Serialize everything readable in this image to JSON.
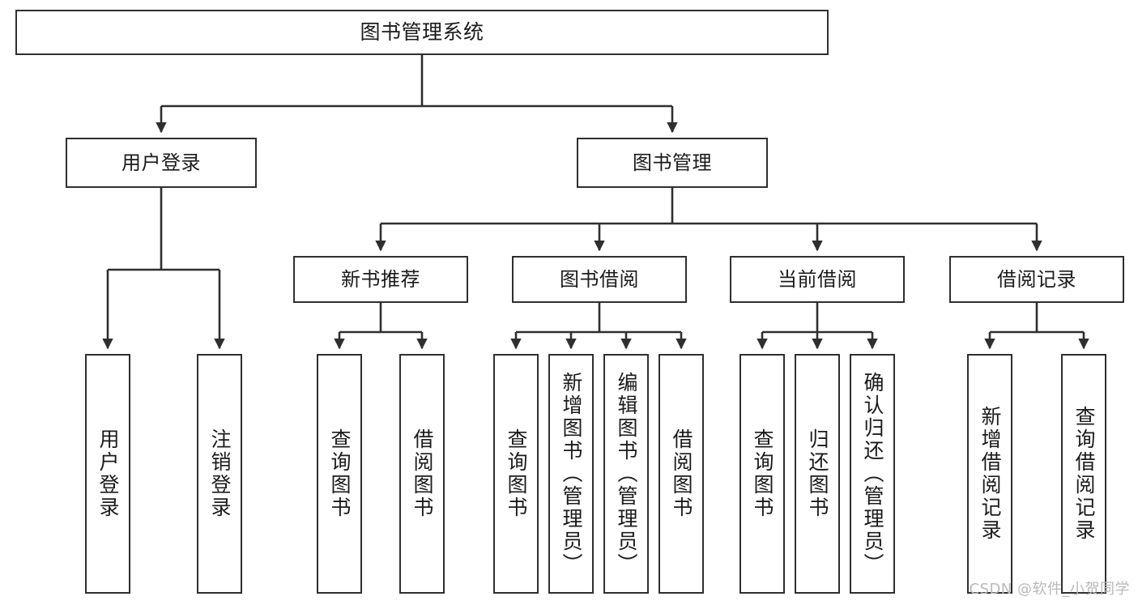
{
  "diagram": {
    "title": "图书管理系统",
    "watermark": "CSDN @软件_小贺同学",
    "stroke_color": "#2f2f2f",
    "fill_color": "#ffffff",
    "text_color": "#1b1b1b",
    "watermark_color": "#b9b9b9"
  },
  "nodes": {
    "root": {
      "label": "图书管理系统"
    },
    "level2": [
      {
        "label": "用户登录"
      },
      {
        "label": "图书管理"
      }
    ],
    "level3": [
      {
        "label": "新书推荐"
      },
      {
        "label": "图书借阅"
      },
      {
        "label": "当前借阅"
      },
      {
        "label": "借阅记录"
      }
    ],
    "leaves": {
      "user_login": [
        {
          "label": "用户登录"
        },
        {
          "label": "注销登录"
        }
      ],
      "new_book_recommend": [
        {
          "label": "查询图书"
        },
        {
          "label": "借阅图书"
        }
      ],
      "book_borrow": [
        {
          "label": "查询图书"
        },
        {
          "label": "新增图书（管理员）"
        },
        {
          "label": "编辑图书（管理员）"
        },
        {
          "label": "借阅图书"
        }
      ],
      "current_borrow": [
        {
          "label": "查询图书"
        },
        {
          "label": "归还图书"
        },
        {
          "label": "确认归还（管理员）"
        }
      ],
      "borrow_record": [
        {
          "label": "新增借阅记录"
        },
        {
          "label": "查询借阅记录"
        }
      ]
    }
  }
}
